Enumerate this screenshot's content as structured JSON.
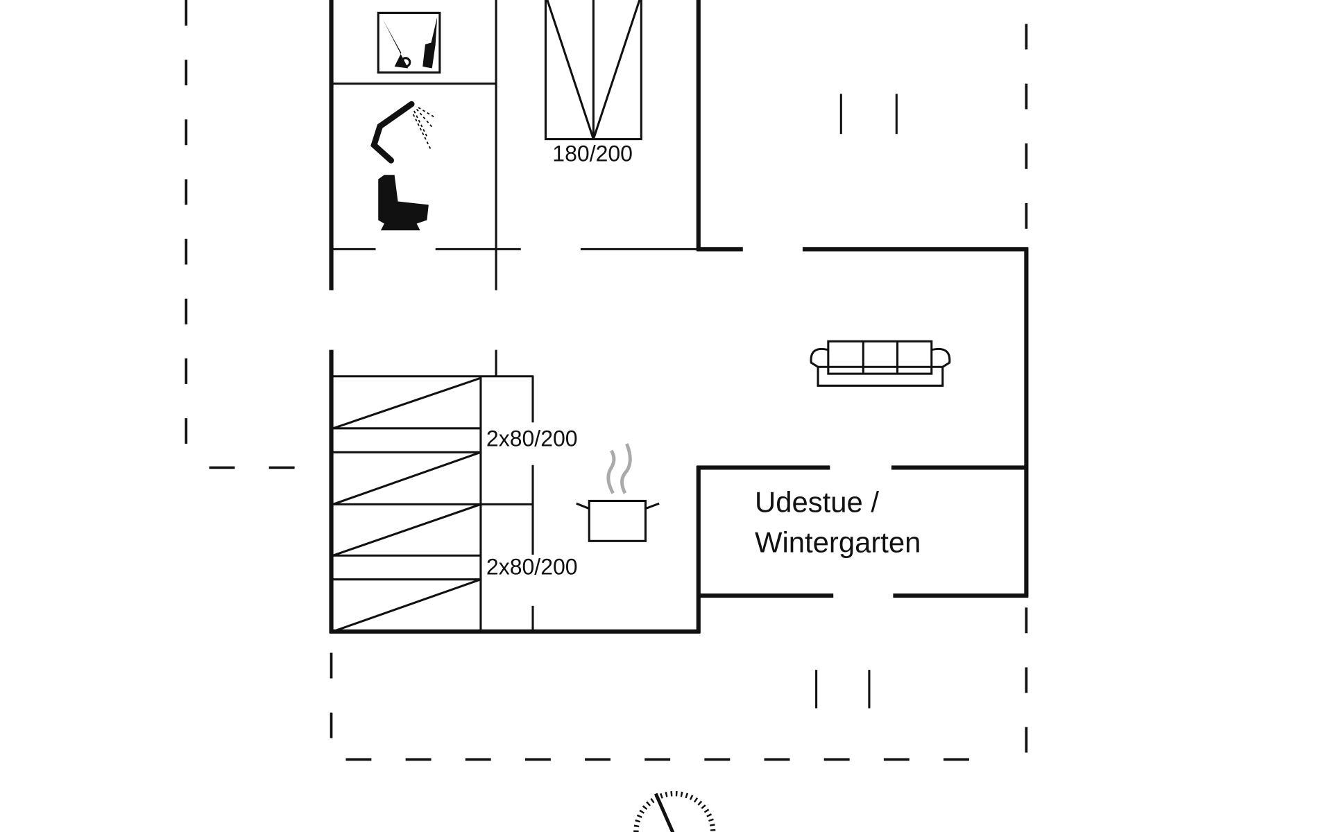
{
  "labels": {
    "double_bed": "180/200",
    "bunk_1": "2x80/200",
    "bunk_2": "2x80/200",
    "room_line1": "Udestue /",
    "room_line2": "Wintergarten"
  },
  "icons": [
    "utility-icon",
    "shower-icon",
    "toilet-icon",
    "sofa-icon",
    "cooking-pot-icon",
    "compass-icon"
  ]
}
